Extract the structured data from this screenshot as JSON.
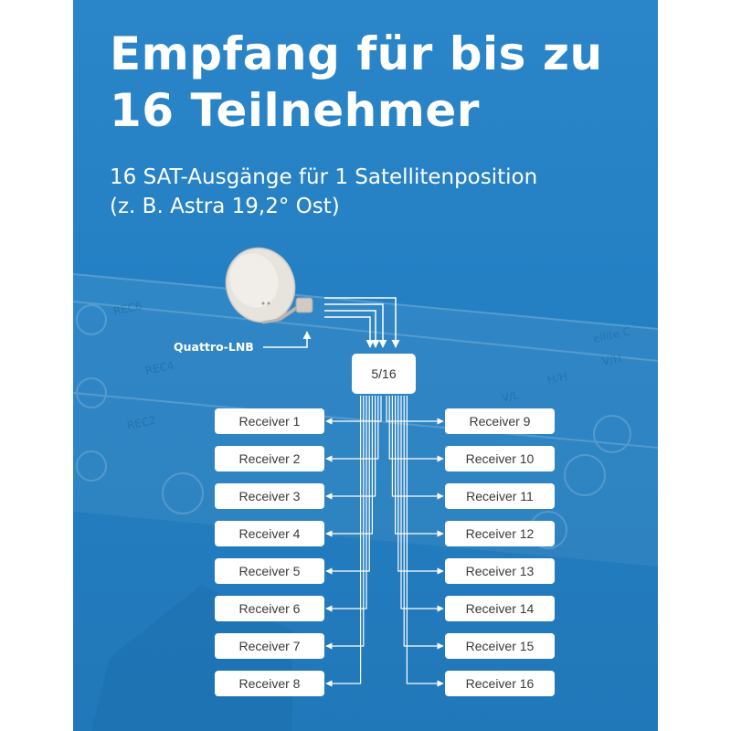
{
  "header": {
    "title_line1": "Empfang für bis zu",
    "title_line2": "16 Teilnehmer",
    "subtitle_line1": "16 SAT-Ausgänge für 1 Satellitenposition",
    "subtitle_line2": "(z. B. Astra 19,2° Ost)"
  },
  "diagram": {
    "lnb_label": "Quattro-LNB",
    "switch_label": "5/16",
    "receivers_left": [
      "Receiver 1",
      "Receiver 2",
      "Receiver 3",
      "Receiver 4",
      "Receiver 5",
      "Receiver 6",
      "Receiver 7",
      "Receiver 8"
    ],
    "receivers_right": [
      "Receiver 9",
      "Receiver 10",
      "Receiver 11",
      "Receiver 12",
      "Receiver 13",
      "Receiver 14",
      "Receiver 15",
      "Receiver 16"
    ],
    "background_labels": [
      "REC6",
      "REC4",
      "REC2",
      "V/L",
      "H/H",
      "V/H",
      "ellite C"
    ]
  },
  "colors": {
    "background_blue": "#2480c3",
    "box_white": "#ffffff",
    "line_white": "#ffffff"
  }
}
